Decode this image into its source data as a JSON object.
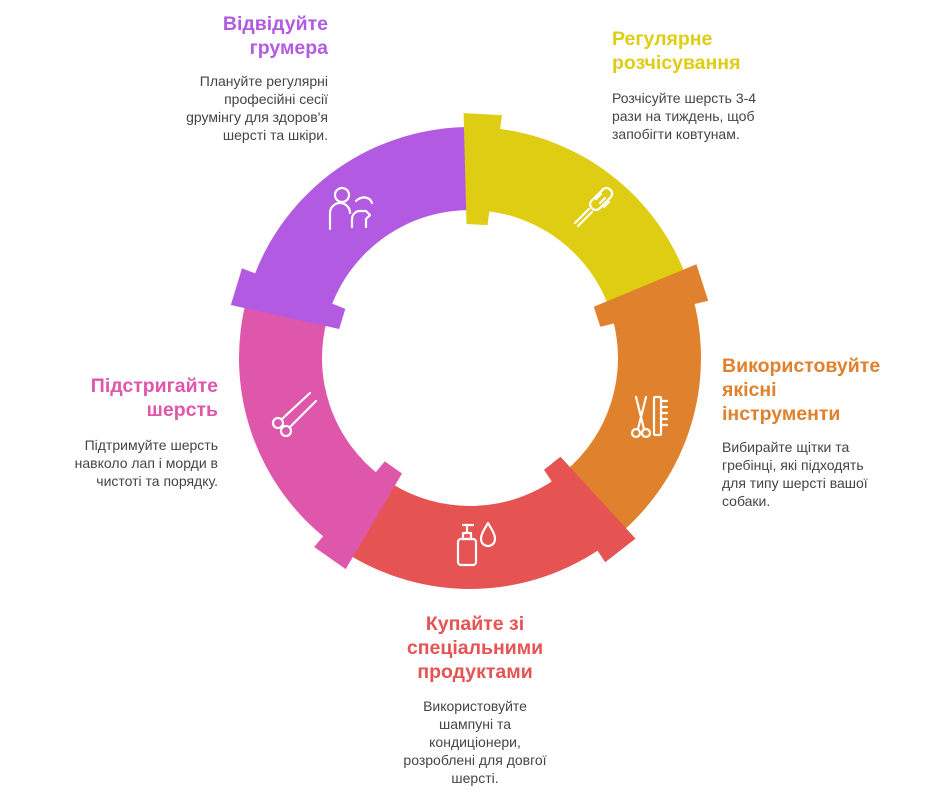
{
  "colors": {
    "groomer": "#b35ae2",
    "brush": "#dfcd14",
    "tools": "#e0812d",
    "bath": "#e65353",
    "trim": "#de57ab",
    "text": "#444444"
  },
  "icons": {
    "groomer": "groomer-with-dog-icon",
    "brush": "brush-icon",
    "tools": "scissors-and-comb-icon",
    "bath": "shampoo-bottle-and-drop-icon",
    "trim": "scissors-icon"
  },
  "steps": {
    "groomer": {
      "title": "Відвідуйте\nгрумера",
      "description": "Плануйте регулярні\nпрофесійні сесії\ngрумінгу для здоров'я\nшерсті та шкіри."
    },
    "brush": {
      "title": "Регулярне\nрозчісування",
      "description": "Розчісуйте шерсть 3-4\nрази на тиждень, щоб\nзапобігти ковтунам."
    },
    "tools": {
      "title": "Використовуйте\nякісні\nінструменти",
      "description": "Вибирайте щітки та\nгребінці, які підходять\nдля типу шерсті вашої\nсобаки."
    },
    "bath": {
      "title": "Купайте зі\nспеціальними\nпродуктами",
      "description": "Використовуйте\nшампуні та\nкондиціонери,\nрозроблені для довгої\nшерсті."
    },
    "trim": {
      "title": "Підстригайте\nшерсть",
      "description": "Підтримуйте шерсть\nнавколо лап і морди в\nчистоті та порядку."
    }
  }
}
